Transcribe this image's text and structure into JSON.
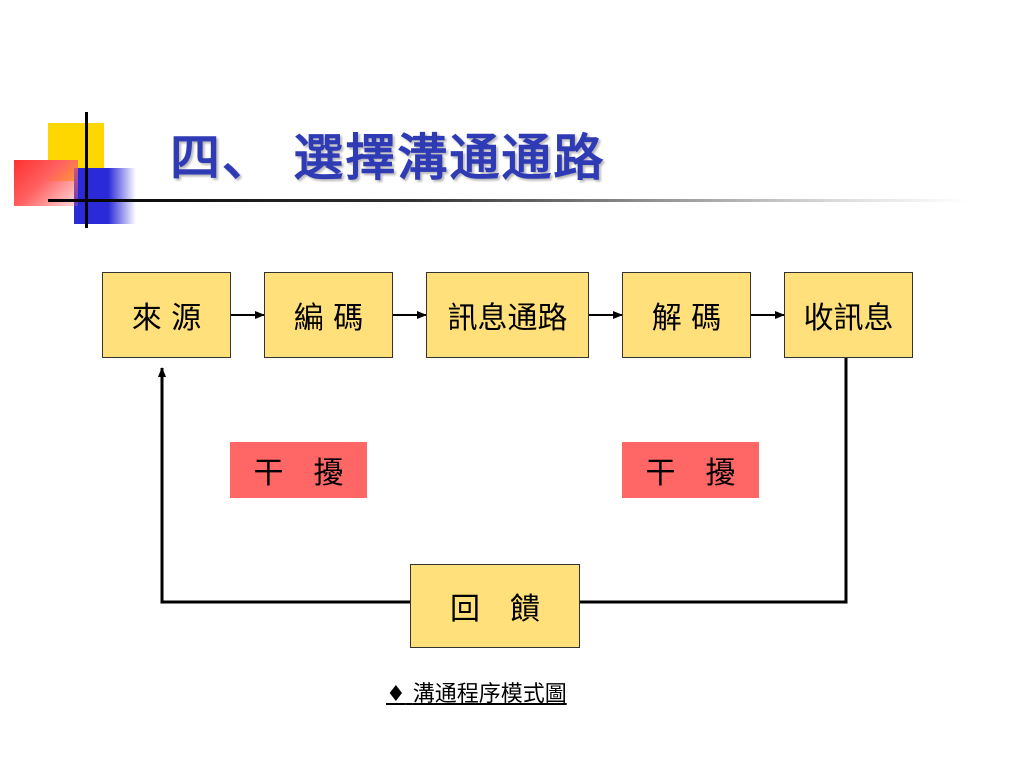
{
  "title": "四、 選擇溝通通路",
  "flow": {
    "source": "來 源",
    "encode": "編 碼",
    "channel": "訊息通路",
    "decode": "解 碼",
    "receiver": "收訊息"
  },
  "noise": {
    "left": "干　擾",
    "right": "干　擾"
  },
  "feedback": "回　饋",
  "caption": {
    "bullet": "♦",
    "text": "溝通程序模式圖"
  },
  "colors": {
    "title": "#2f3bb5",
    "box_fill": "#ffe07a",
    "noise_fill": "#ff6666",
    "deco_yellow": "#ffd700",
    "deco_blue": "#2a2ad8",
    "deco_red": "#ff4444"
  }
}
